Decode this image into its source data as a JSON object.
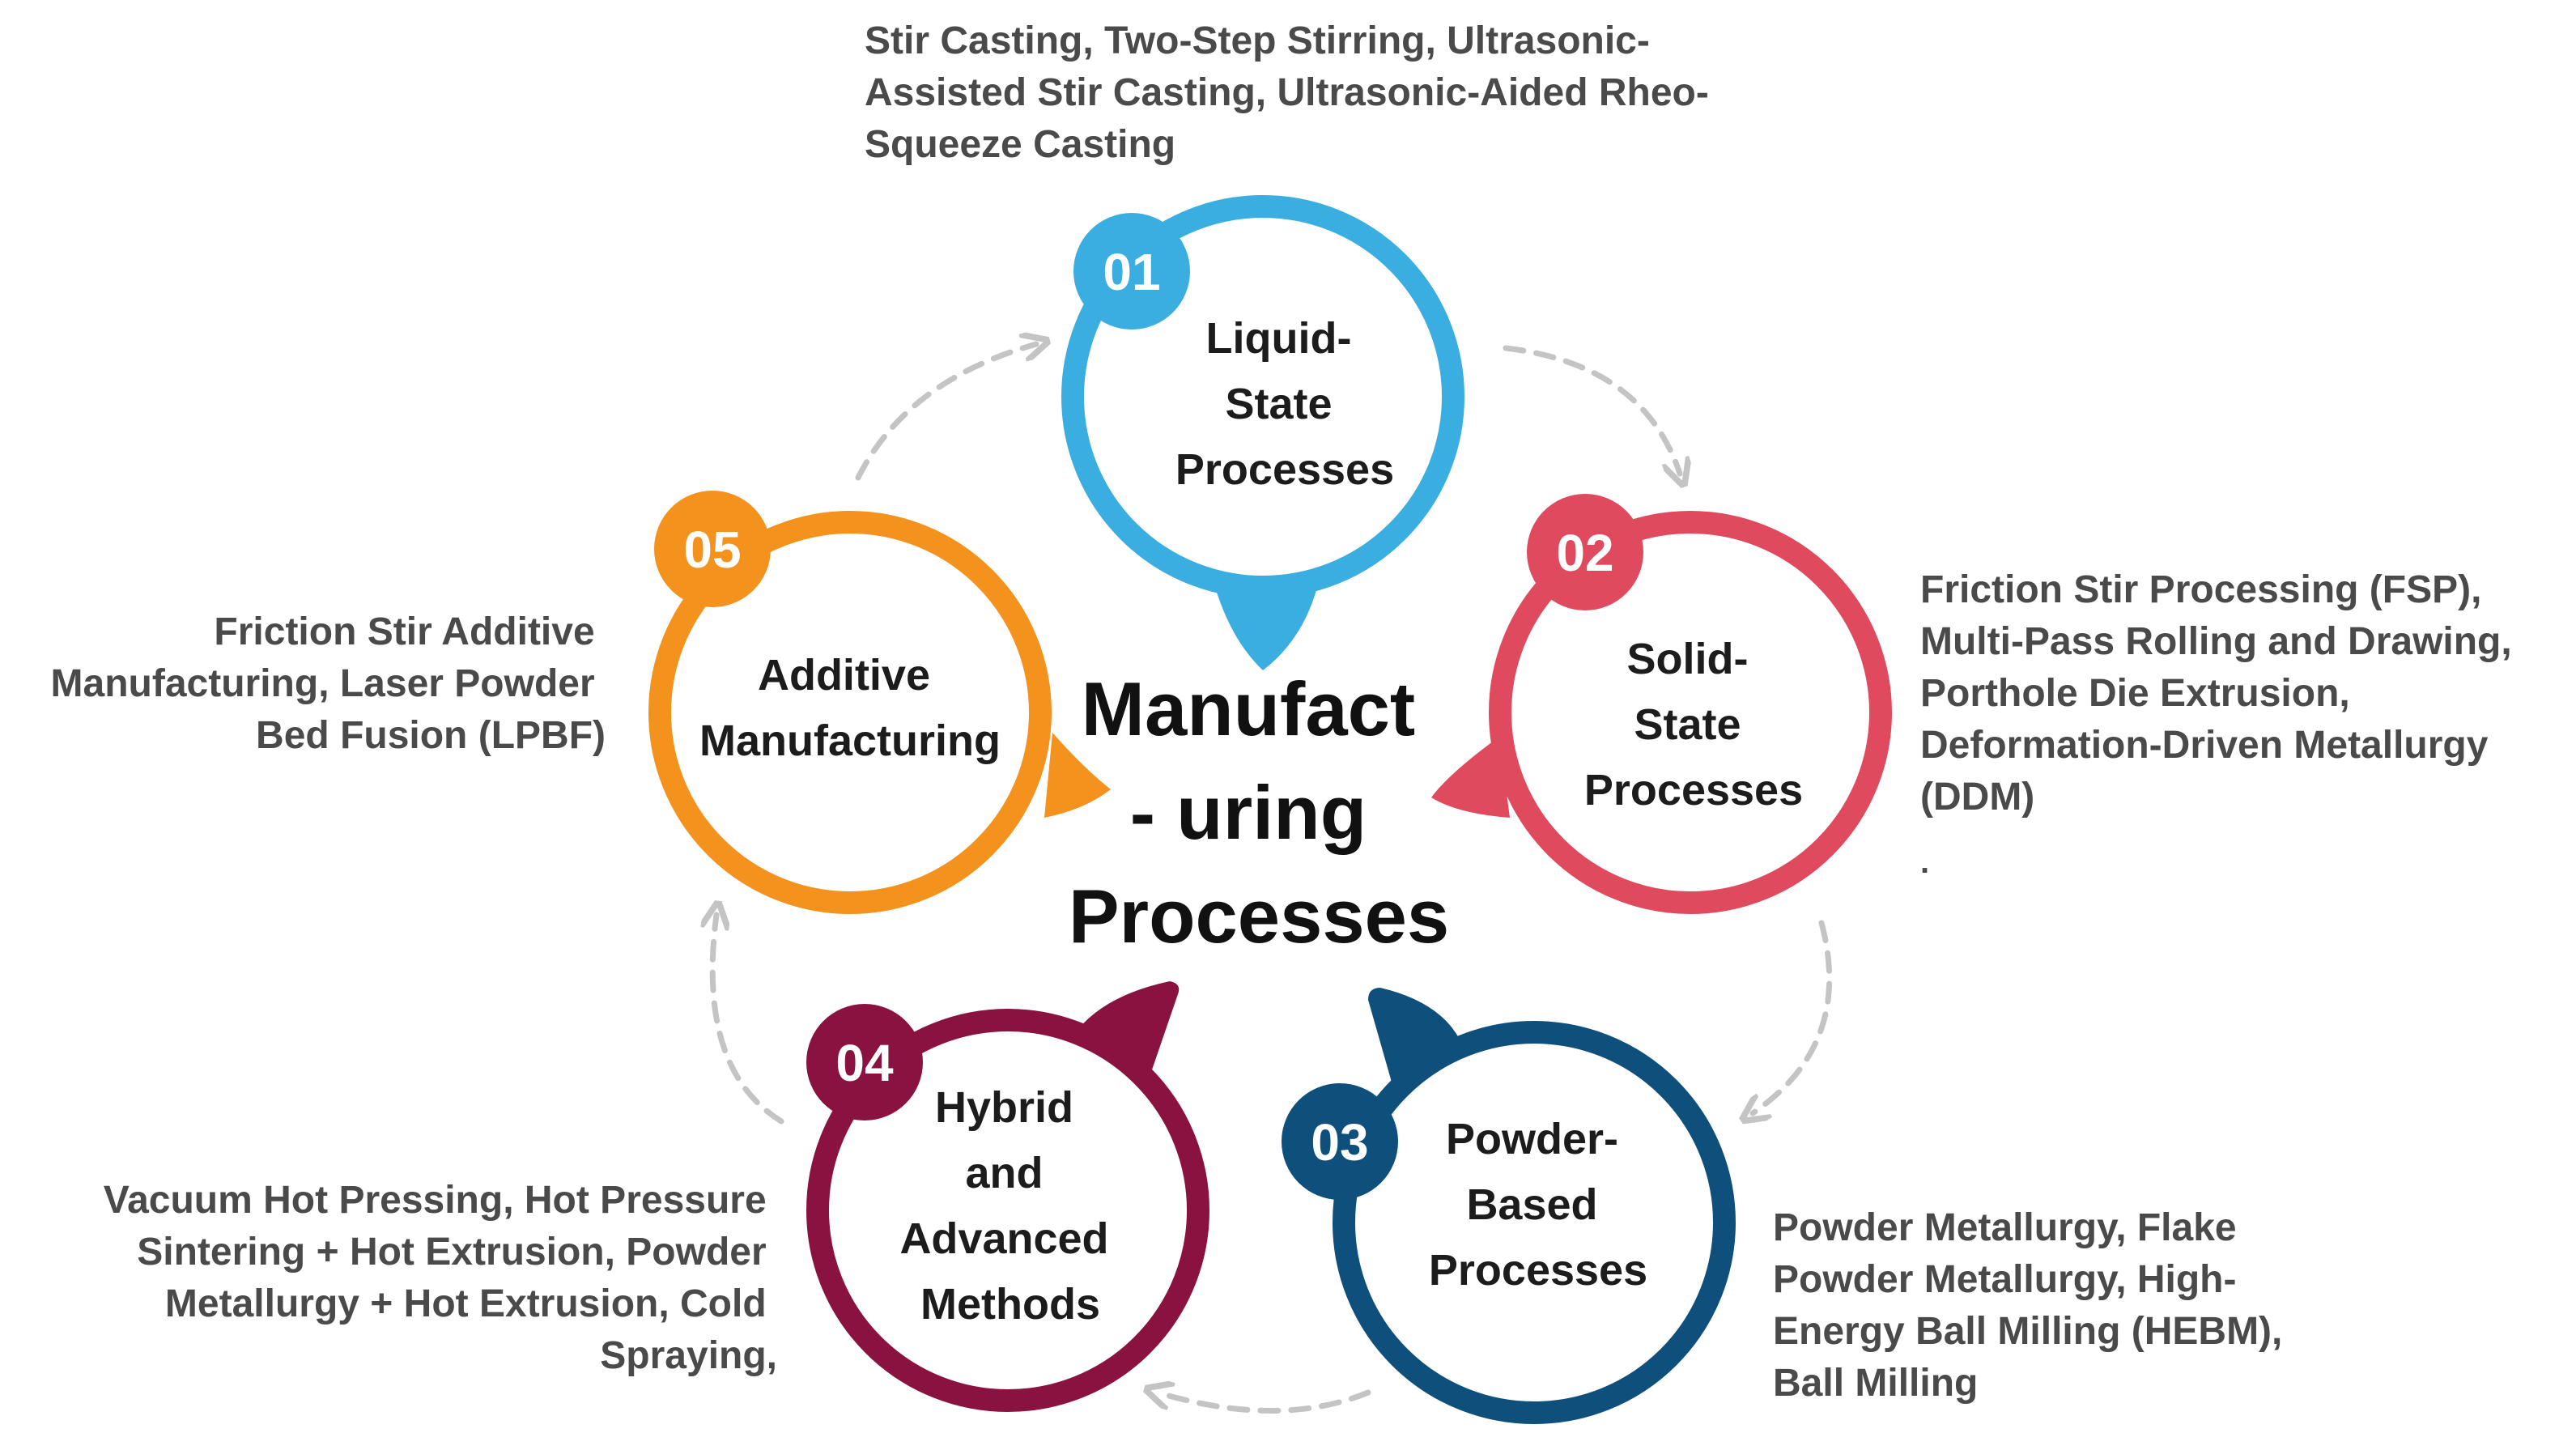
{
  "center": {
    "lines": [
      "Manufact",
      "- uring",
      "Processes"
    ]
  },
  "steps": [
    {
      "number": "01",
      "color": "#3aaee0",
      "title_lines": [
        "Liquid-",
        "State",
        "Processes"
      ],
      "description_lines": [
        "Stir Casting, Two-Step Stirring, Ultrasonic-",
        "Assisted Stir Casting, Ultrasonic-Aided Rheo-",
        "Squeeze Casting"
      ]
    },
    {
      "number": "02",
      "color": "#e04a5f",
      "title_lines": [
        "Solid-",
        "State",
        "Processes"
      ],
      "description_lines": [
        "Friction Stir Processing (FSP),",
        "Multi-Pass Rolling and Drawing,",
        "Porthole Die Extrusion,",
        "Deformation-Driven Metallurgy",
        "(DDM)"
      ]
    },
    {
      "number": "03",
      "color": "#0e4f7c",
      "title_lines": [
        "Powder-",
        "Based",
        "Processes"
      ],
      "description_lines": [
        "Powder Metallurgy, Flake",
        "Powder Metallurgy, High-",
        "Energy Ball Milling (HEBM),",
        "Ball Milling"
      ]
    },
    {
      "number": "04",
      "color": "#8a1240",
      "title_lines": [
        "Hybrid",
        "and",
        "Advanced",
        "Methods"
      ],
      "description_lines": [
        "Vacuum Hot Pressing, Hot Pressure",
        "Sintering + Hot Extrusion, Powder",
        "Metallurgy + Hot Extrusion, Cold",
        "Spraying,"
      ]
    },
    {
      "number": "05",
      "color": "#f4921e",
      "title_lines": [
        "Additive",
        "Manufacturing"
      ],
      "description_lines": [
        "Friction Stir Additive",
        "Manufacturing, Laser Powder",
        "Bed Fusion (LPBF)"
      ]
    }
  ],
  "stray_mark": ".",
  "arrow_color": "#c4c4c4"
}
